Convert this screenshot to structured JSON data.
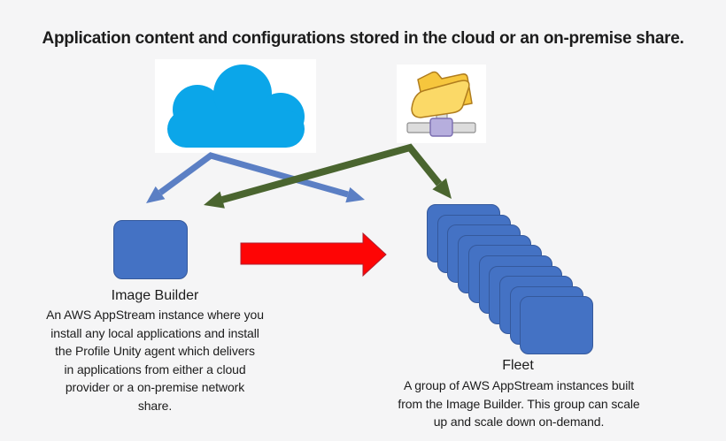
{
  "title": "Application content and configurations stored in the cloud or an on-premise share.",
  "colors": {
    "background": "#f5f5f6",
    "text": "#1c1c1c",
    "cloud": "#0ba6e9",
    "box_fill": "#4472c4",
    "box_border": "#35599c",
    "blue_arrow": "#5b7fc4",
    "green_arrow": "#4a652f",
    "red_arrow": "#fe0505",
    "red_arrow_edge": "#b02030",
    "folder_yellow": "#f6c63d",
    "folder_yellow_light": "#fbd967",
    "folder_outline": "#b07d1e",
    "network_gray": "#dcdcdc",
    "network_gray_outline": "#8f8f8f",
    "network_hub": "#b6aedd",
    "network_hub_outline": "#7a6db0"
  },
  "sources": {
    "cloud_icon": "cloud-icon",
    "share_icon": "network-folder-icon"
  },
  "image_builder": {
    "label": "Image Builder",
    "description": "An AWS AppStream instance where you\ninstall any local applications and install\nthe Profile Unity agent which delivers\nin applications from either a cloud\nprovider or a on-premise network\nshare."
  },
  "fleet": {
    "label": "Fleet",
    "instance_count": 10,
    "description": "A group of AWS AppStream instances built\nfrom the Image Builder. This group can scale\nup and scale down on-demand."
  }
}
